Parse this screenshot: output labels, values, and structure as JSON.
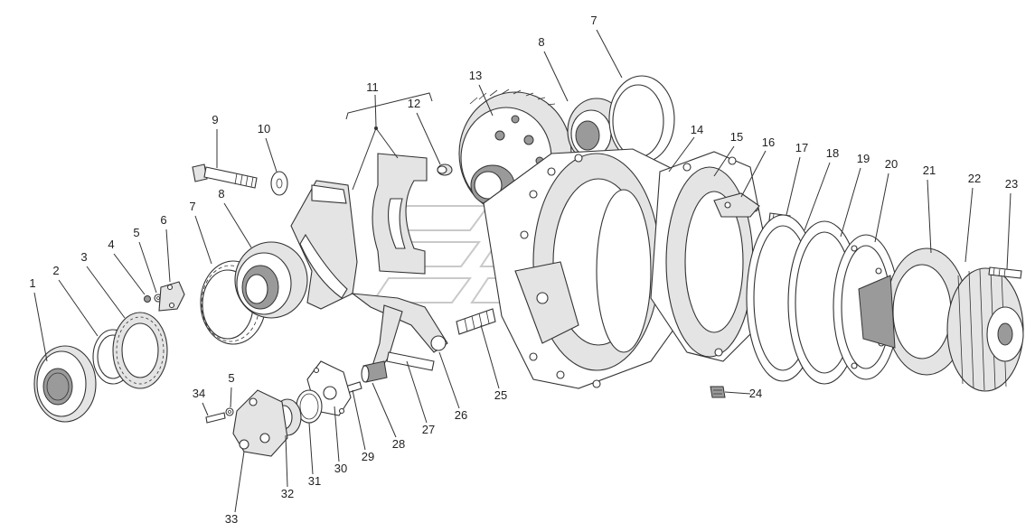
{
  "callouts": [
    {
      "id": "1",
      "text": "1"
    },
    {
      "id": "2",
      "text": "2"
    },
    {
      "id": "3",
      "text": "3"
    },
    {
      "id": "4",
      "text": "4"
    },
    {
      "id": "5a",
      "text": "5"
    },
    {
      "id": "6",
      "text": "6"
    },
    {
      "id": "7a",
      "text": "7"
    },
    {
      "id": "8a",
      "text": "8"
    },
    {
      "id": "9",
      "text": "9"
    },
    {
      "id": "10",
      "text": "10"
    },
    {
      "id": "11",
      "text": "11"
    },
    {
      "id": "12",
      "text": "12"
    },
    {
      "id": "13",
      "text": "13"
    },
    {
      "id": "8b",
      "text": "8"
    },
    {
      "id": "7b",
      "text": "7"
    },
    {
      "id": "14",
      "text": "14"
    },
    {
      "id": "15",
      "text": "15"
    },
    {
      "id": "16",
      "text": "16"
    },
    {
      "id": "17",
      "text": "17"
    },
    {
      "id": "18",
      "text": "18"
    },
    {
      "id": "19",
      "text": "19"
    },
    {
      "id": "20",
      "text": "20"
    },
    {
      "id": "21",
      "text": "21"
    },
    {
      "id": "22",
      "text": "22"
    },
    {
      "id": "23",
      "text": "23"
    },
    {
      "id": "24",
      "text": "24"
    },
    {
      "id": "25",
      "text": "25"
    },
    {
      "id": "26",
      "text": "26"
    },
    {
      "id": "27",
      "text": "27"
    },
    {
      "id": "28",
      "text": "28"
    },
    {
      "id": "29",
      "text": "29"
    },
    {
      "id": "30",
      "text": "30"
    },
    {
      "id": "31",
      "text": "31"
    },
    {
      "id": "32",
      "text": "32"
    },
    {
      "id": "33",
      "text": "33"
    },
    {
      "id": "34",
      "text": "34"
    },
    {
      "id": "5b",
      "text": "5"
    }
  ]
}
